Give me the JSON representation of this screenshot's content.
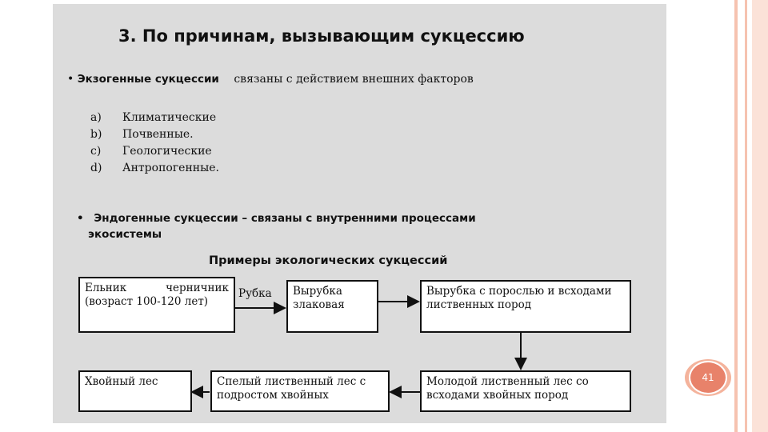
{
  "theme": {
    "accent": "#e8826a",
    "accent_light": "#f4b39c",
    "panel": "#dcdcdc"
  },
  "slide": {
    "title": "3. По причинам, вызывающим сукцессию",
    "exogenous": {
      "bullet": "•",
      "term": "Экзогенные сукцессии",
      "rest": "связаны с действием внешних факторов",
      "items": [
        {
          "mark": "a)",
          "text": "Климатические"
        },
        {
          "mark": "b)",
          "text": "Почвенные."
        },
        {
          "mark": "c)",
          "text": "Геологические"
        },
        {
          "mark": "d)",
          "text": "Антропогенные."
        }
      ]
    },
    "endogenous": {
      "bullet": "•",
      "line1": "Эндогенные сукцессии – связаны с внутренними процессами",
      "line2": "экосистемы"
    },
    "diagram": {
      "caption": "Примеры экологических сукцессий",
      "nodes": {
        "spruce_a": "Ельник",
        "spruce_b": "черничник",
        "spruce_c": "(возраст 100-120 лет)",
        "clearcut": "Вырубка злаковая",
        "sprouts": "Вырубка с порослью и всходами лиственных пород",
        "young": "Молодой лиственный лес со всходами хвойных пород",
        "mature": "Спелый лиственный лес с подростом хвойных",
        "conifer": "Хвойный лес"
      },
      "edge_label": "Рубка"
    }
  },
  "page_number": "41"
}
